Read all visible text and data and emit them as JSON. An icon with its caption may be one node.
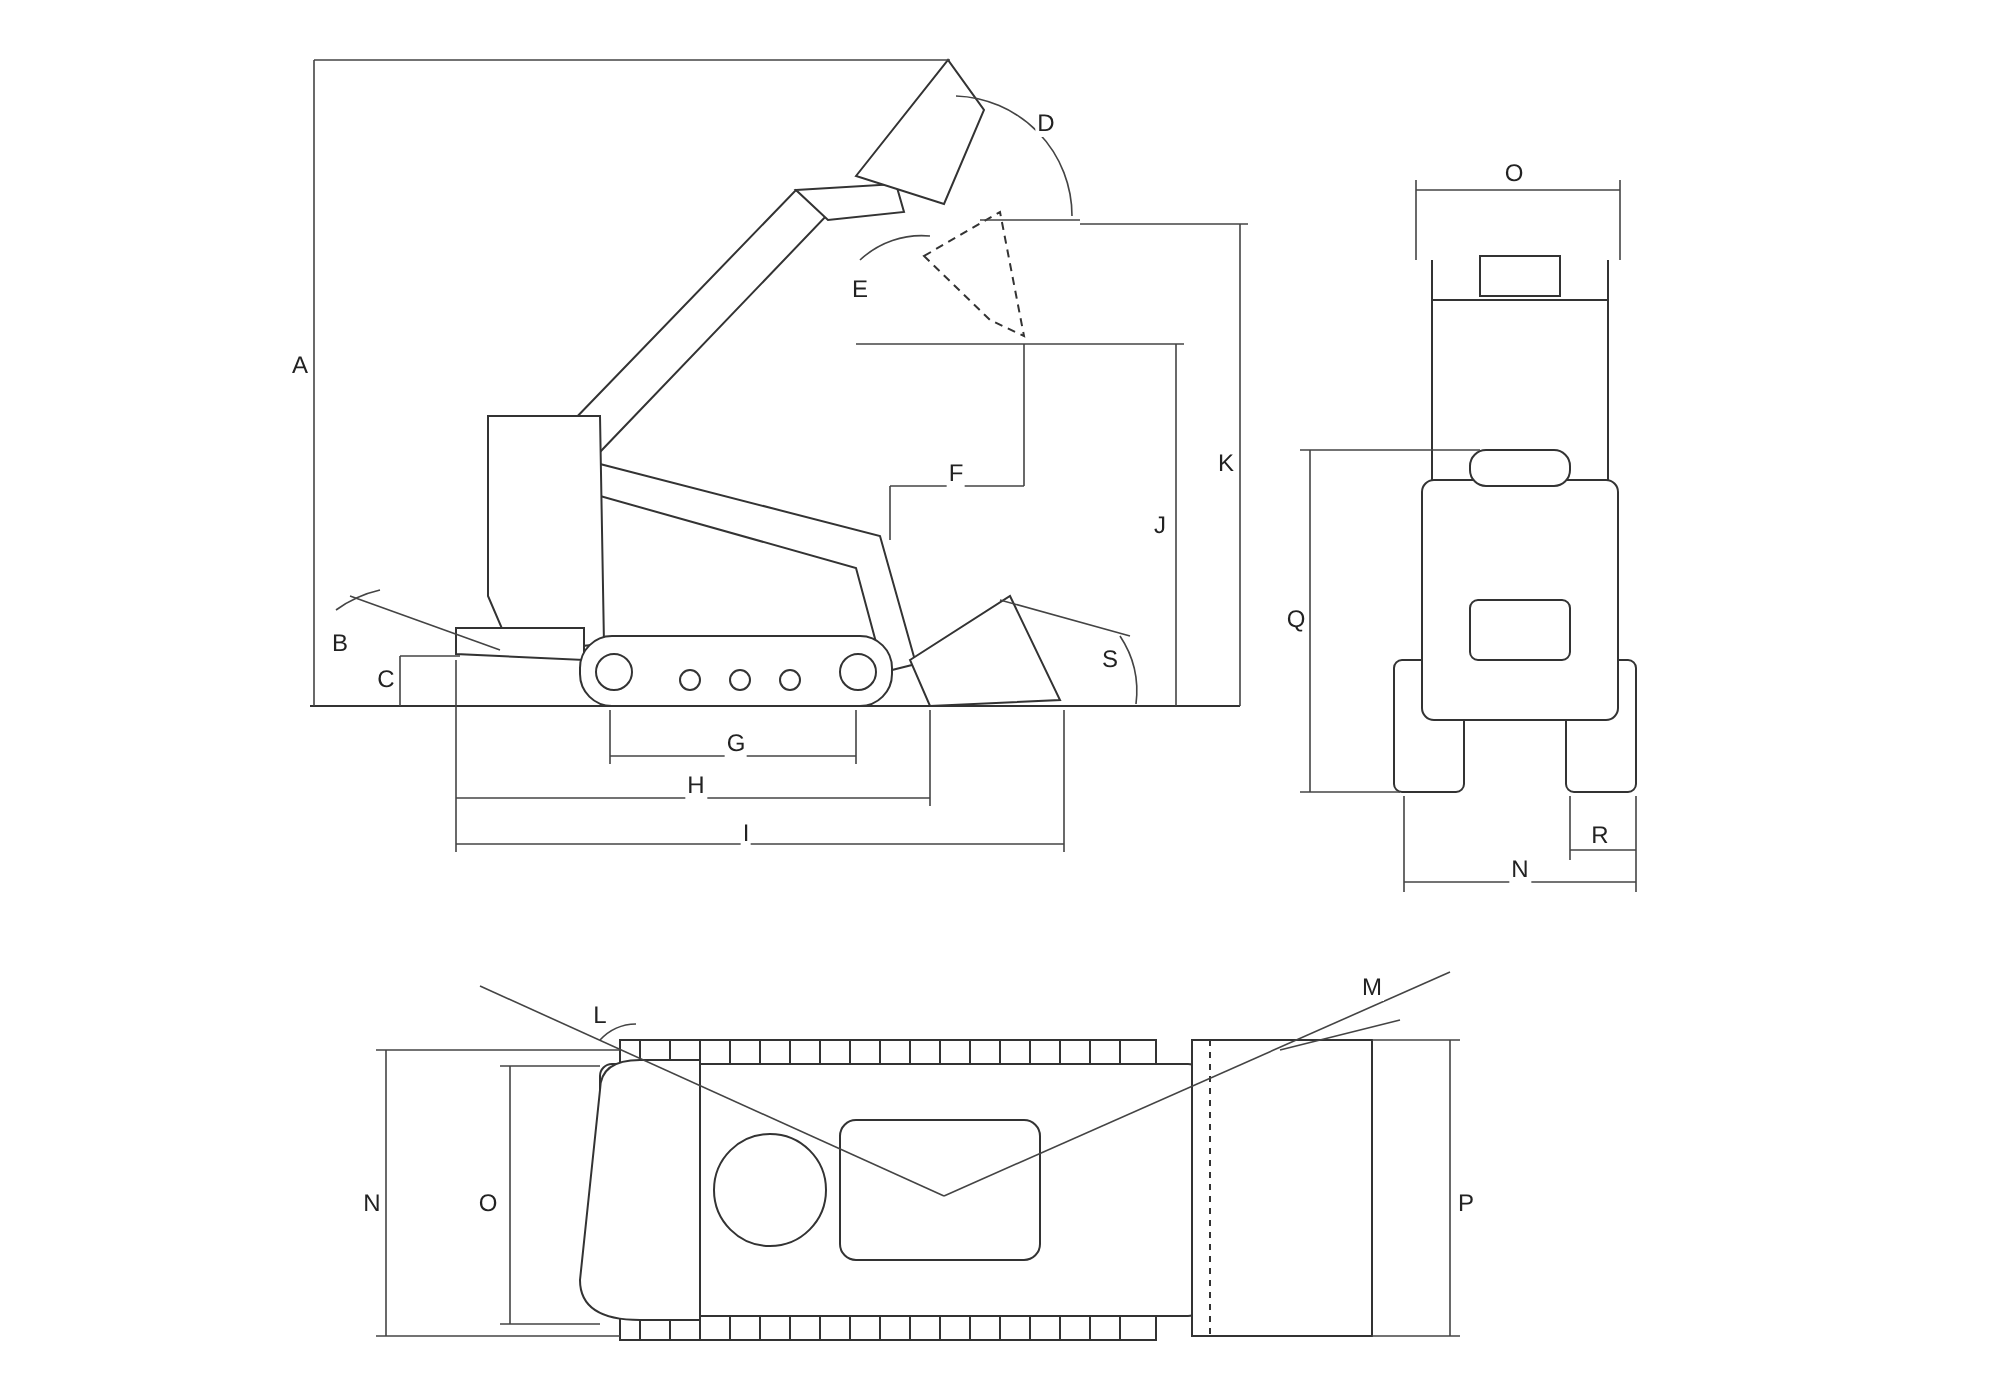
{
  "diagram": {
    "labels": [
      "D",
      "E",
      "A",
      "K",
      "F",
      "J",
      "B",
      "S",
      "C",
      "G",
      "H",
      "I",
      "O",
      "Q",
      "R",
      "N",
      "M",
      "L",
      "N",
      "O",
      "P"
    ]
  }
}
